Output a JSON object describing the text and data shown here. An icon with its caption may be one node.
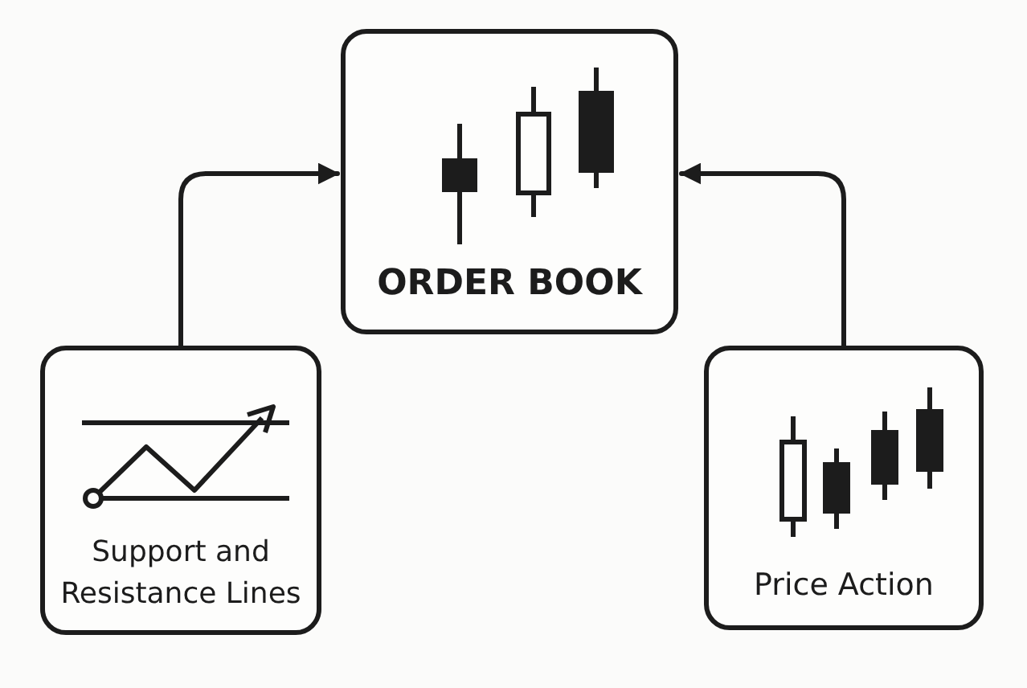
{
  "diagram": {
    "nodes": [
      {
        "text": [
          "ORDER BOOK"
        ]
      },
      {
        "text": [
          "Support and Resistance Lines"
        ]
      },
      {
        "text": [
          "Price Action"
        ]
      }
    ],
    "edges": [
      {
        "from": 1,
        "to": 0,
        "arrow": "to"
      },
      {
        "from": 2,
        "to": 0,
        "arrow": "to"
      }
    ]
  }
}
